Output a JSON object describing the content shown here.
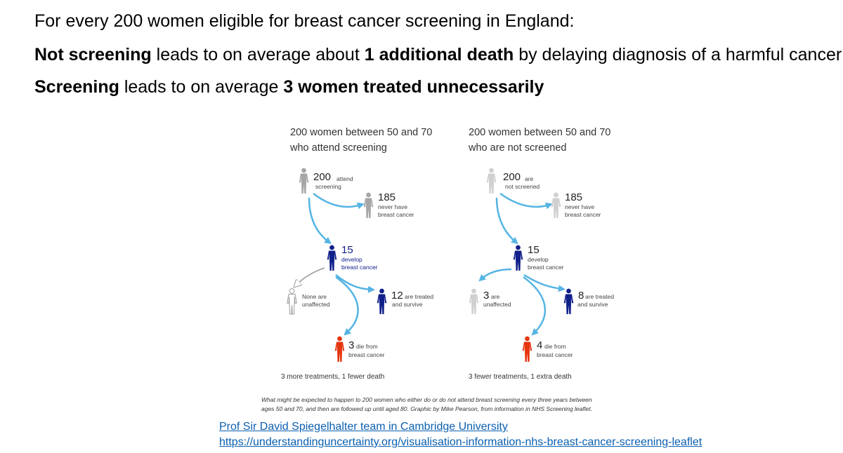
{
  "headlines": {
    "line1": "For every 200 women eligible for breast cancer screening in England:",
    "line2_bold1": "Not screening",
    "line2_mid": " leads to on average about ",
    "line2_bold2": "1 additional death",
    "line2_end": " by delaying diagnosis of a harmful cancer",
    "line3_bold1": "Screening",
    "line3_mid": " leads to on average ",
    "line3_bold2": "3 women treated unnecessarily"
  },
  "panels": {
    "left": {
      "title1": "200 women between 50 and 70",
      "title2": "who attend screening",
      "total_num": "200",
      "total_l1": "attend",
      "total_l2": "screening",
      "never_num": "185",
      "never_l1": "never have",
      "never_l2": "breast cancer",
      "develop_num": "15",
      "develop_l1": "develop",
      "develop_l2": "breast cancer",
      "unaffected_l1": "None are",
      "unaffected_l2": "unaffected",
      "treated_num": "12",
      "treated_l1": "are treated",
      "treated_l2": "and survive",
      "die_num": "3",
      "die_l1": "die from",
      "die_l2": "breast cancer",
      "summary": "3 more treatments, 1 fewer death"
    },
    "right": {
      "title1": "200 women between 50 and 70",
      "title2": "who are not screened",
      "total_num": "200",
      "total_l1": "are",
      "total_l2": "not screened",
      "never_num": "185",
      "never_l1": "never have",
      "never_l2": "breast cancer",
      "develop_num": "15",
      "develop_l1": "develop",
      "develop_l2": "breast cancer",
      "unaffected_num": "3",
      "unaffected_l1": "are",
      "unaffected_l2": "unaffected",
      "treated_num": "8",
      "treated_l1": "are treated",
      "treated_l2": "and survive",
      "die_num": "4",
      "die_l1": "die from",
      "die_l2": "breast cancer",
      "summary": "3 fewer treatments, 1 extra death"
    }
  },
  "caption": {
    "line1": "What might be expected to happen to 200 women who either do or do not attend breast screening every three years between",
    "line2": "ages 50 and 70, and then are followed up until aged 80. Graphic by Mike Pearson, from information in NHS Screening leaflet."
  },
  "credit": {
    "name": "Prof Sir David Spiegelhalter team in Cambridge University",
    "url": "https://understandinguncertainty.org/visualisation-information-nhs-breast-cancer-screening-leaflet"
  },
  "colors": {
    "arrow": "#55b4e3",
    "grey_person": "#a6a6a6",
    "light_person": "#d0d0d0",
    "navy_person": "#10208a",
    "red_person": "#e5350f",
    "link": "#0b5fb0"
  }
}
